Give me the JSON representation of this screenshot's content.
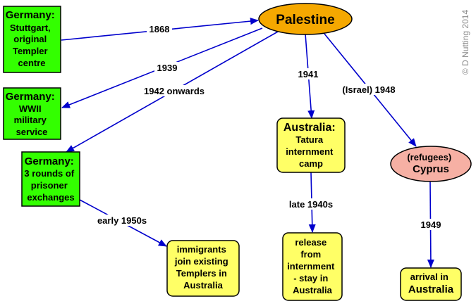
{
  "colors": {
    "edge": "#0000cc",
    "germany_fill": "#33ff00",
    "australia_fill": "#ffff66",
    "palestine_fill": "#f5a800",
    "cyprus_fill": "#f6b0a4",
    "node_stroke": "#000000",
    "copyright_text": "#8a8a8a"
  },
  "copyright": "© D Nutting 2014",
  "nodes": {
    "palestine": {
      "lines": [
        "Palestine"
      ]
    },
    "germany_stuttgart": {
      "lines": [
        "Germany:",
        "Stuttgart,",
        "original",
        "Templer",
        "centre"
      ]
    },
    "germany_wwii": {
      "lines": [
        "Germany:",
        "WWII",
        "military",
        "service"
      ]
    },
    "germany_exchanges": {
      "lines": [
        "Germany:",
        "3 rounds of",
        "prisoner",
        "exchanges"
      ]
    },
    "australia_tatura": {
      "lines": [
        "Australia:",
        "Tatura",
        "internment",
        "camp"
      ]
    },
    "cyprus": {
      "lines": [
        "(refugees)",
        "Cyprus"
      ]
    },
    "immigrants": {
      "lines": [
        "immigrants",
        "join existing",
        "Templers in",
        "Australia"
      ]
    },
    "release": {
      "lines": [
        "release",
        "from",
        "internment",
        "- stay in",
        "Australia"
      ]
    },
    "arrival": {
      "lines": [
        "arrival in",
        "Australia"
      ]
    }
  },
  "edges": {
    "e1868": {
      "label": "1868"
    },
    "e1939": {
      "label": "1939"
    },
    "e1942": {
      "label": "1942 onwards"
    },
    "e1941": {
      "label": "1941"
    },
    "e1948": {
      "label": "(Israel) 1948"
    },
    "e1950s": {
      "label": "early 1950s"
    },
    "e1940s": {
      "label": "late 1940s"
    },
    "e1949": {
      "label": "1949"
    }
  }
}
